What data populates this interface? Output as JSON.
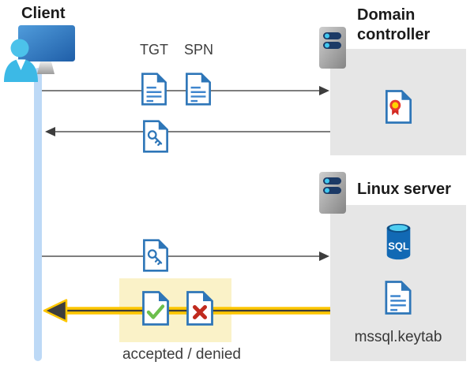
{
  "diagram": {
    "client": {
      "label": "Client"
    },
    "domain_controller": {
      "label": "Domain controller"
    },
    "linux_server": {
      "label": "Linux server",
      "sql_badge": "SQL",
      "keytab_label": "mssql.keytab"
    },
    "messages": {
      "tgt_label": "TGT",
      "spn_label": "SPN",
      "result_label": "accepted / denied"
    },
    "colors": {
      "document_blue": "#2e76b8",
      "lifeline_blue": "#bdd9f6",
      "panel_gray": "#e6e6e6",
      "highlight_yellow": "#faf2c8",
      "arrow_gray": "#4f4f4f",
      "yellow_arrow": "#ffc800",
      "accept_green": "#6cbf4c",
      "deny_red": "#c02a1e",
      "person_cyan": "#45bfe8",
      "sql_blue": "#1269b4"
    }
  }
}
